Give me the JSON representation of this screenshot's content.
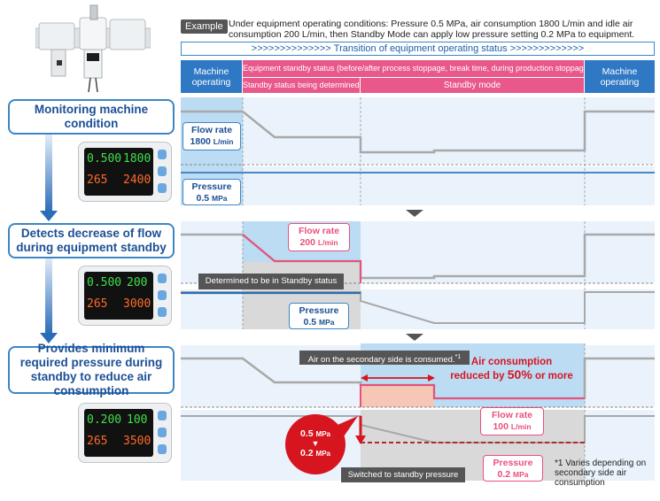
{
  "example": {
    "tag": "Example",
    "text": "Under equipment operating conditions: Pressure 0.5 MPa, air consumption 1800 L/min and idle air consumption 200 L/min, then Standby Mode can apply low pressure setting 0.2 MPa to equipment."
  },
  "transition": {
    "arrows_left": ">>>>>>>>>>>>>>",
    "label": "Transition of equipment operating status",
    "arrows_right": ">>>>>>>>>>>>>"
  },
  "header": {
    "machine_operating_left": "Machine operating",
    "standby_status": "Equipment standby status (before/after process stoppage, break time, during production stoppage, etc.)",
    "status_being_determined": "Standby status being determined.",
    "standby_mode": "Standby mode",
    "machine_operating_right": "Machine operating"
  },
  "steps": [
    "Monitoring machine condition",
    "Detects decrease of flow during equipment standby",
    "Provides minimum required pressure during standby to reduce air consumption"
  ],
  "devices": [
    {
      "top_left": "0.500",
      "top_right": "1800",
      "bottom_left": "265",
      "bottom_right": "2400"
    },
    {
      "top_left": "0.500",
      "top_right": "200",
      "bottom_left": "265",
      "bottom_right": "3000"
    },
    {
      "top_left": "0.200",
      "top_right": "100",
      "bottom_left": "265",
      "bottom_right": "3500"
    }
  ],
  "panel1": {
    "flow_label": "Flow rate",
    "flow_value": "1800",
    "flow_unit": "L/min",
    "pressure_label": "Pressure",
    "pressure_value": "0.5",
    "pressure_unit": "MPa"
  },
  "panel2": {
    "flow_label": "Flow rate",
    "flow_value": "200",
    "flow_unit": "L/min",
    "determined": "Determined to be in Standby status",
    "pressure_label": "Pressure",
    "pressure_value": "0.5",
    "pressure_unit": "MPa"
  },
  "panel3": {
    "secondary_consumed": "Air on the secondary side is consumed.",
    "secondary_mark": "*1",
    "reduced_line1": "Air consumption",
    "reduced_line2_pre": "reduced by ",
    "reduced_line2_pct": "50%",
    "reduced_line2_post": " or more",
    "flow_label": "Flow rate",
    "flow_value": "100",
    "flow_unit": "L/min",
    "pressure_change_from": "0.5",
    "pressure_change_to": "0.2",
    "pressure_change_unit": "MPa",
    "switched": "Switched to standby pressure",
    "pressure_label": "Pressure",
    "pressure_value": "0.2",
    "pressure_unit": "MPa"
  },
  "footnote": {
    "mark": "*1",
    "text": "Varies depending on secondary side air consumption"
  },
  "colors": {
    "blue_header": "#2f78c4",
    "pink_header": "#e8588a",
    "light_blue": "#dbeaf8",
    "mid_blue": "#a9d0f0",
    "pink_line": "#e9507d",
    "red": "#d7151f",
    "step_border": "#3d86c6",
    "step_text": "#1b4f95"
  }
}
